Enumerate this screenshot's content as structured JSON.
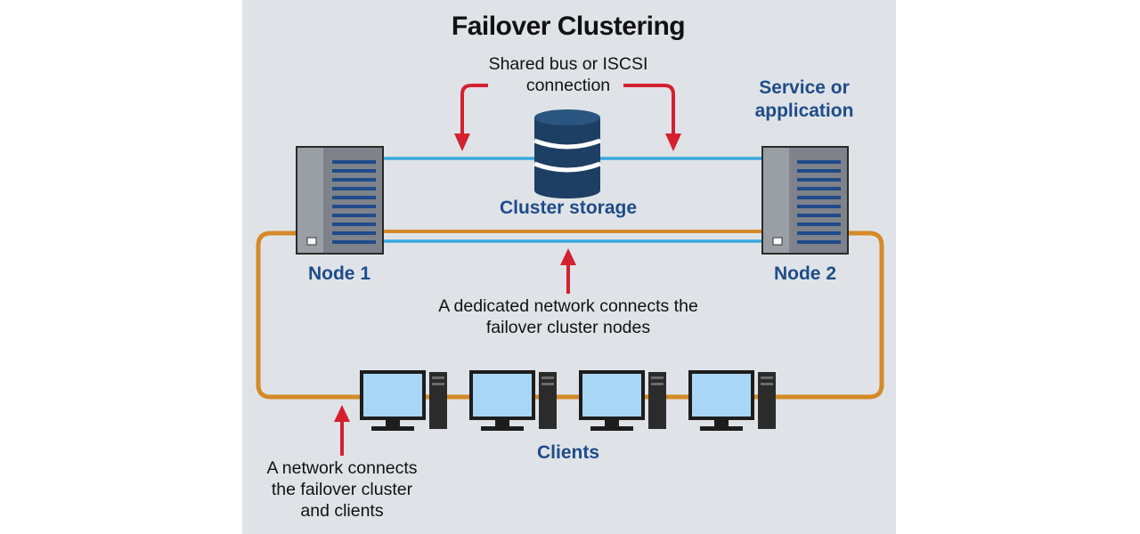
{
  "title": "Failover Clustering",
  "annotations": {
    "shared_bus_line1": "Shared bus or ISCSI",
    "shared_bus_line2": "connection",
    "service_line1": "Service or",
    "service_line2": "application",
    "storage": "Cluster storage",
    "node1": "Node 1",
    "node2": "Node 2",
    "dedicated_line1": "A dedicated network connects the",
    "dedicated_line2": "failover cluster nodes",
    "clients": "Clients",
    "client_net_line1": "A network connects",
    "client_net_line2": "the failover cluster",
    "client_net_line3": "and clients"
  },
  "colors": {
    "background": "#dfe3e8",
    "storage_link": "#39a9dc",
    "client_network": "#d58a28",
    "arrow": "#d4202f",
    "label_blue": "#1f4b8a",
    "server": "#8c9097",
    "monitor_screen": "#a9d6f5"
  },
  "icons": {
    "server": "server-tower-icon",
    "storage": "database-icon",
    "client": "desktop-computer-icon"
  }
}
